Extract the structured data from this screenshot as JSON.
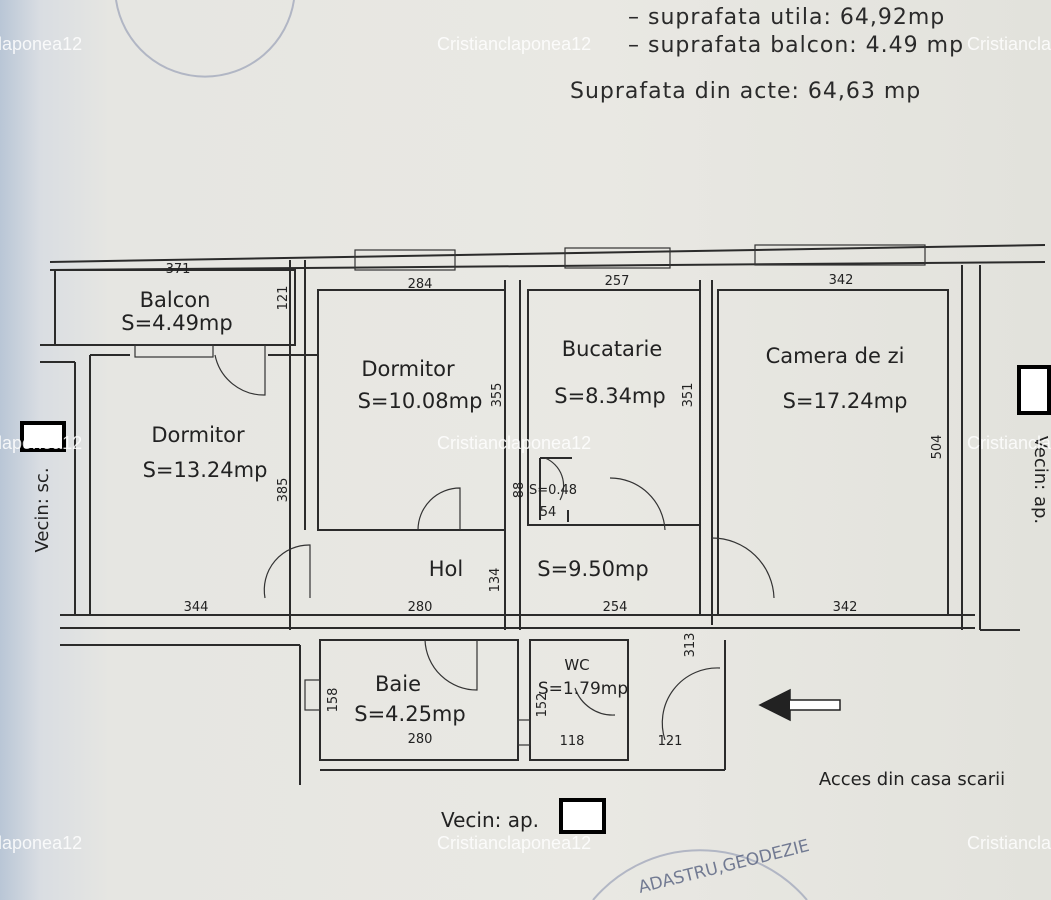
{
  "header": {
    "line1": "–  suprafata utila: 64,92mp",
    "line2": "–  suprafata balcon: 4.49 mp",
    "line3": "Suprafata din acte: 64,63 mp"
  },
  "rooms": [
    {
      "name": "Balcon",
      "area": "S=4.49mp"
    },
    {
      "name": "Dormitor",
      "area": "S=13.24mp"
    },
    {
      "name": "Dormitor",
      "area": "S=10.08mp"
    },
    {
      "name": "Bucatarie",
      "area": "S=8.34mp"
    },
    {
      "name": "Camera de zi",
      "area": "S=17.24mp"
    },
    {
      "name": "Hol",
      "area": "S=9.50mp"
    },
    {
      "name": "Baie",
      "area": "S=4.25mp"
    },
    {
      "name": "WC",
      "area": "S=1.79mp"
    },
    {
      "name": "",
      "area": "S=0.48"
    }
  ],
  "dimensions": {
    "balcon_width": "371",
    "balcon_depth": "121",
    "dorm1_height": "385",
    "dorm1_width": "344",
    "dorm2_width": "284",
    "dorm2_height": "355",
    "buc_width": "257",
    "buc_height": "351",
    "camera_width_top": "342",
    "camera_height": "504",
    "camera_width_bottom": "342",
    "hol_height": "134",
    "hol_w1": "280",
    "hol_w2": "254",
    "closet_height": "88",
    "closet_width": "54",
    "baie_height": "158",
    "baie_width": "280",
    "wc_height": "152",
    "wc_width": "118",
    "entry_width": "121",
    "entry_height": "313"
  },
  "labels": {
    "vecin_left": "Vecin: sc.",
    "vecin_right": "Vecin: ap.",
    "vecin_bottom": "Vecin: ap.",
    "access": "Acces din casa scarii"
  },
  "watermark": "Cristianclaponea12",
  "stamp_text": "ADASTRU,GEODEZIE",
  "icons": {
    "entry_arrow": "arrow-left-icon"
  },
  "colors": {
    "ink": "#2b2b2b",
    "paper": "#e8e7e2",
    "watermark": "#ffffff",
    "stamp": "#8d96b0"
  }
}
